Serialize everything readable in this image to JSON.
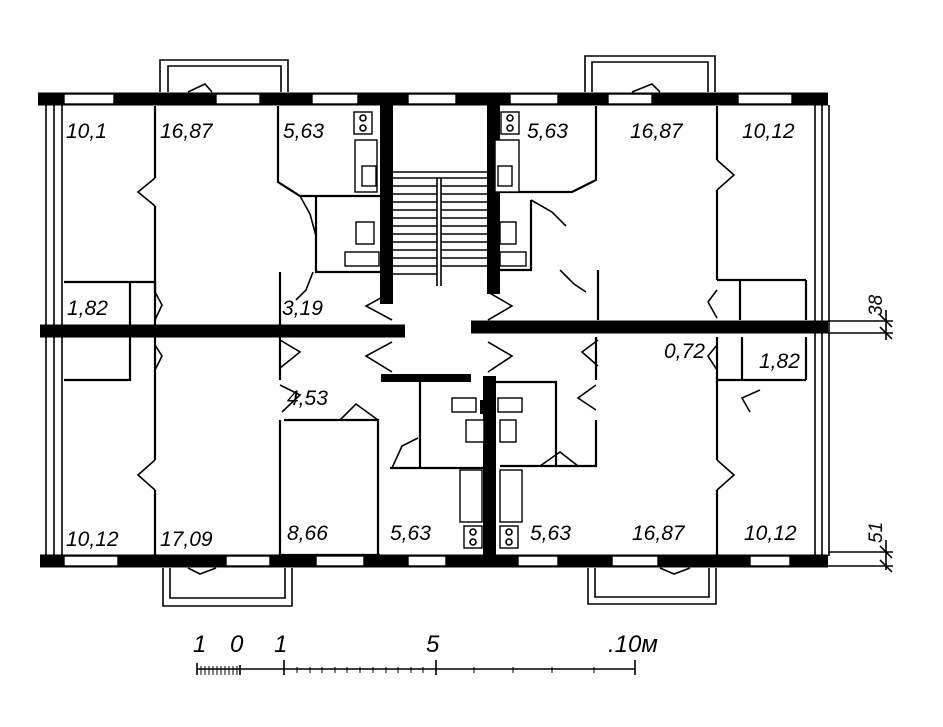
{
  "rooms": {
    "top_left_bedroom": "10,1",
    "top_left_living": "16,87",
    "top_left_kitchen": "5,63",
    "top_right_kitchen": "5,63",
    "top_right_living": "16,87",
    "top_right_bedroom": "10,12",
    "left_storage": "1,82",
    "hall_top_left": "3,19",
    "hall_bottom_left": "4,53",
    "closet_right": "0,72",
    "right_storage": "1,82",
    "bottom_left_bedroom": "10,12",
    "bottom_left_living": "17,09",
    "bottom_room": "8,66",
    "bottom_kitchen_left": "5,63",
    "bottom_kitchen_right": "5,63",
    "bottom_right_living": "16,87",
    "bottom_right_bedroom": "10,12"
  },
  "dimensions": {
    "d1": "38",
    "d2": "51"
  },
  "scale": {
    "t0": "1",
    "t1": "0",
    "t2": "1",
    "t3": "5",
    "t4": ".10м"
  }
}
